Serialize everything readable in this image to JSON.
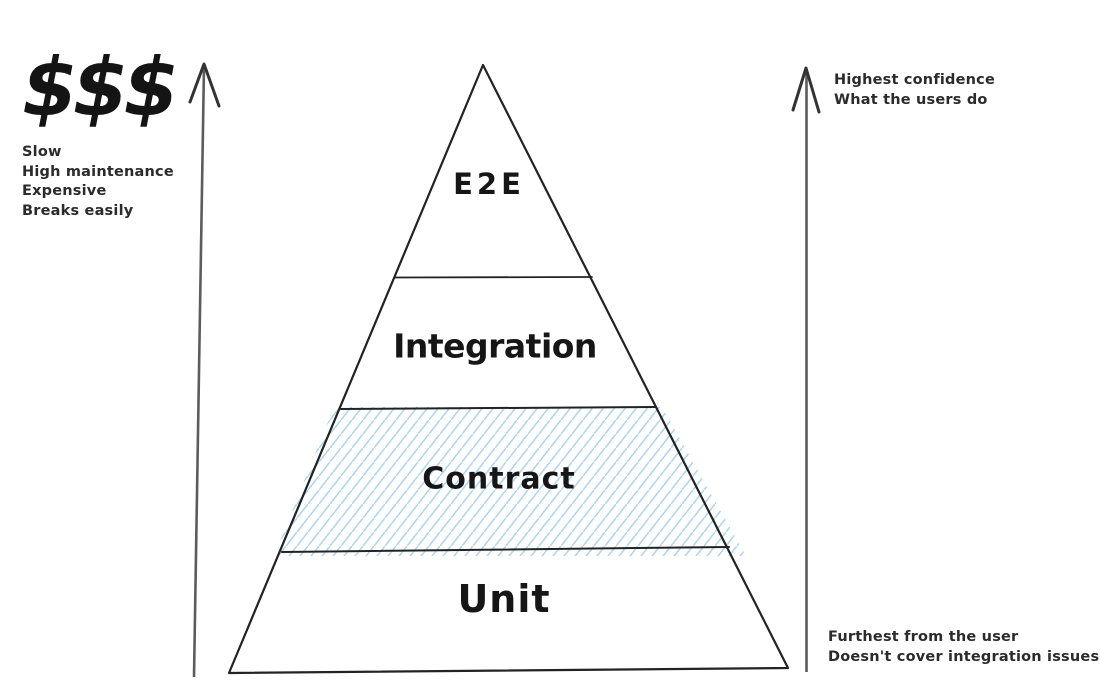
{
  "diagram_type": "testing-pyramid",
  "pyramid": {
    "layers": [
      {
        "label": "E2E",
        "hatched": false
      },
      {
        "label": "Integration",
        "hatched": false
      },
      {
        "label": "Contract",
        "hatched": true
      },
      {
        "label": "Unit",
        "hatched": false
      }
    ]
  },
  "left_annotation": {
    "cost_symbol": "$$$",
    "lines": [
      "Slow",
      "High maintenance",
      "Expensive",
      "Breaks easily"
    ]
  },
  "right_annotation": {
    "top_lines": [
      "Highest confidence",
      "What the users do"
    ],
    "bottom_lines": [
      "Furthest from the user",
      "Doesn't cover integration issues"
    ]
  },
  "icons": {
    "left_axis": "up-arrow-icon",
    "right_axis": "up-arrow-icon"
  },
  "colors": {
    "ink": "#232323",
    "arrow_shaft": "#5c5c5c",
    "arrow_head": "#333333",
    "hatch_blue": "#aed6f4",
    "background": "#ffffff"
  }
}
